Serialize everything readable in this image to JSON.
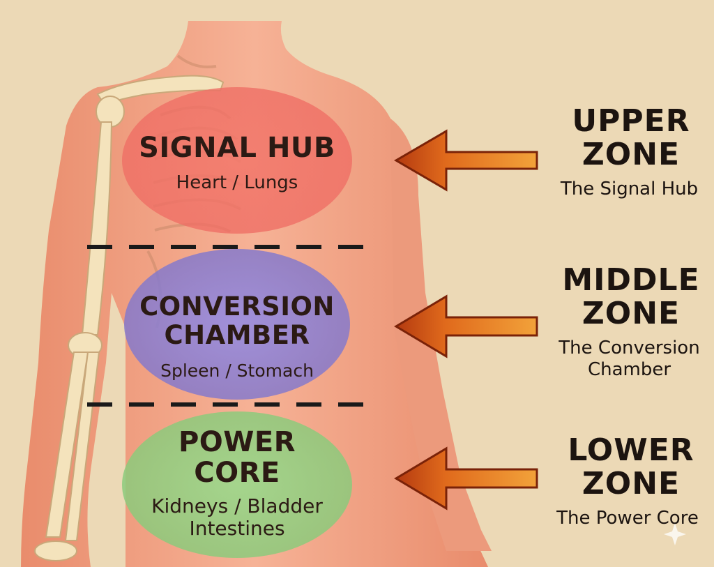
{
  "colors": {
    "background": "#ecd9b6",
    "skin": "#f3a78a",
    "bone": "#f4e3bc",
    "upper_zone": "#ef6e62",
    "middle_zone": "#8b7ed0",
    "lower_zone": "#8fcf80",
    "arrow": "#d86a1c",
    "divider": "#1a1a1a"
  },
  "zones": [
    {
      "id": "upper",
      "oval_title": "SIGNAL HUB",
      "oval_sub": "Heart / Lungs",
      "zone_title": "UPPER\nZONE",
      "zone_sub": "The Signal Hub"
    },
    {
      "id": "middle",
      "oval_title": "CONVERSION\nCHAMBER",
      "oval_sub": "Spleen / Stomach",
      "zone_title": "MIDDLE\nZONE",
      "zone_sub": "The Conversion\nChamber"
    },
    {
      "id": "lower",
      "oval_title": "POWER\nCORE",
      "oval_sub": "Kidneys / Bladder\nIntestines",
      "zone_title": "LOWER\nZONE",
      "zone_sub": "The Power Core"
    }
  ],
  "icons": {
    "arrow": "left-arrow-icon",
    "skeleton": "skeleton-arm-icon",
    "watermark": "sparkle-icon"
  }
}
